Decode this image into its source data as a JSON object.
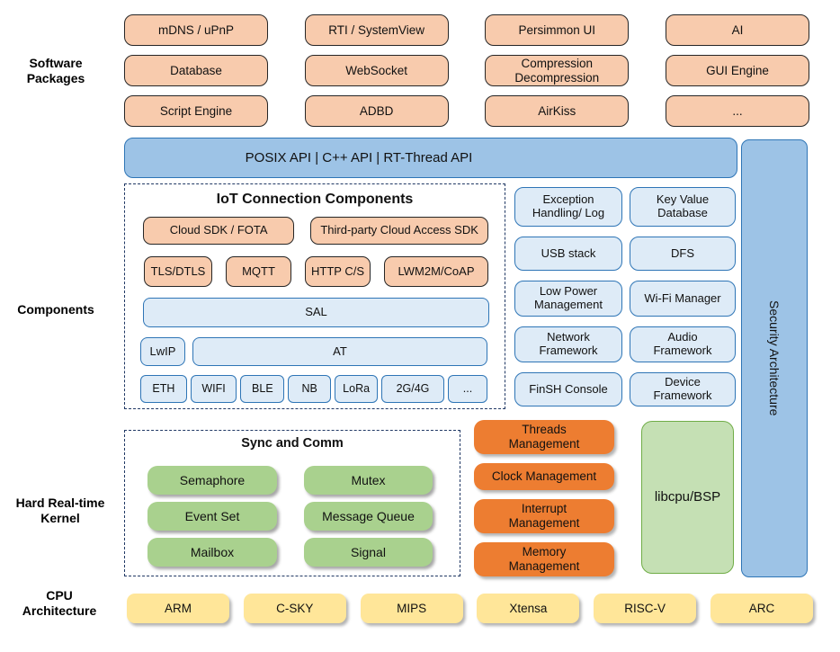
{
  "side_labels": {
    "software": "Software\nPackages",
    "components": "Components",
    "kernel": "Hard Real-time\nKernel",
    "cpu": "CPU\nArchitecture"
  },
  "software_packages": [
    "mDNS / uPnP",
    "RTI / SystemView",
    "Persimmon UI",
    "AI",
    "Database",
    "WebSocket",
    "Compression\nDecompression",
    "GUI Engine",
    "Script Engine",
    "ADBD",
    "AirKiss",
    "..."
  ],
  "api_bar": "POSIX API | C++ API | RT-Thread API",
  "security_bar": "Security Architecture",
  "iot": {
    "title": "IoT Connection Components",
    "row1": [
      "Cloud SDK / FOTA",
      "Third-party Cloud Access SDK"
    ],
    "row2": [
      "TLS/DTLS",
      "MQTT",
      "HTTP C/S",
      "LWM2M/CoAP"
    ],
    "sal": "SAL",
    "lwip": "LwIP",
    "at": "AT",
    "links": [
      "ETH",
      "WIFI",
      "BLE",
      "NB",
      "LoRa",
      "2G/4G",
      "..."
    ]
  },
  "components_col": [
    "Exception\nHandling/ Log",
    "Key Value\nDatabase",
    "USB stack",
    "DFS",
    "Low Power\nManagement",
    "Wi-Fi Manager",
    "Network\nFramework",
    "Audio\nFramework",
    "FinSH Console",
    "Device\nFramework"
  ],
  "kernel": {
    "sync_title": "Sync and Comm",
    "sync_items": [
      "Semaphore",
      "Mutex",
      "Event Set",
      "Message Queue",
      "Mailbox",
      "Signal"
    ],
    "management": [
      "Threads\nManagement",
      "Clock Management",
      "Interrupt\nManagement",
      "Memory\nManagement"
    ],
    "libcpu": "libcpu/BSP"
  },
  "cpu_architectures": [
    "ARM",
    "C-SKY",
    "MIPS",
    "Xtensa",
    "RISC-V",
    "ARC"
  ],
  "colors": {
    "package_fill": "#F8CBAD",
    "package_border": "#262626",
    "api_fill": "#9DC3E6",
    "api_border": "#2E75B6",
    "component_fill": "#DEEBF7",
    "component_border": "#2E75B6",
    "kernel_green": "#A9D18E",
    "management_orange": "#ED7D31",
    "libcpu_fill": "#C5E0B4",
    "libcpu_border": "#70AD47",
    "cpu_yellow": "#FFE699",
    "dashed_border": "#203864"
  }
}
